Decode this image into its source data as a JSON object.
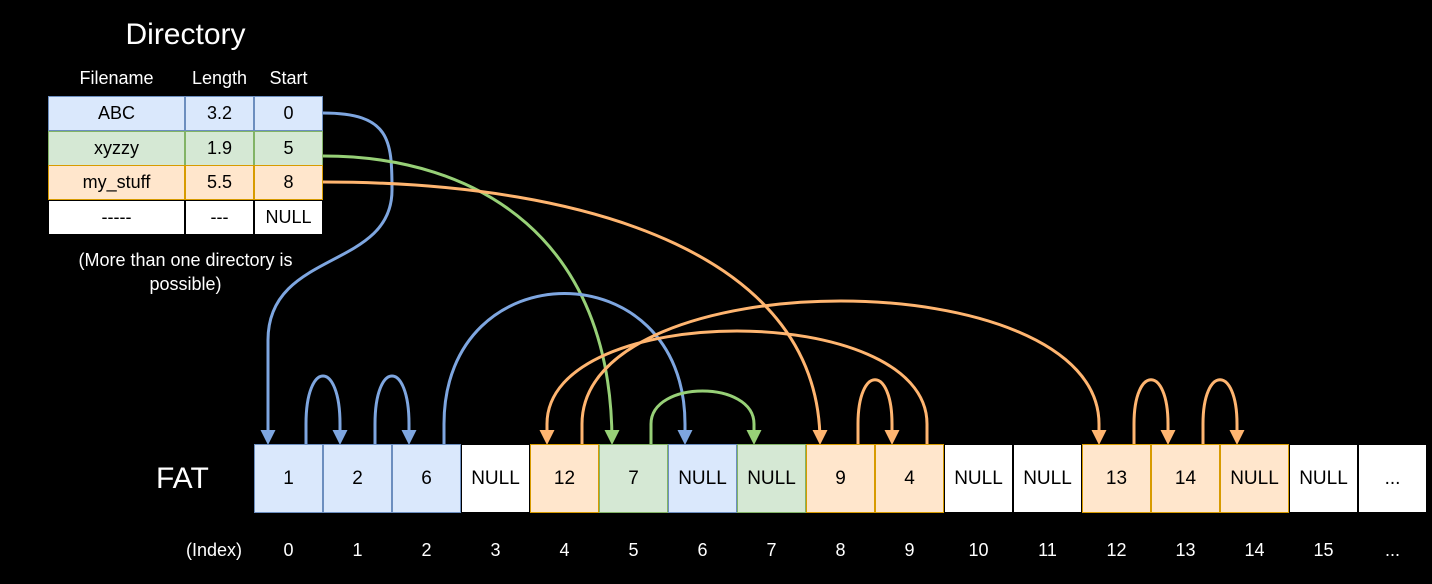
{
  "directory": {
    "title": "Directory",
    "headers": [
      "Filename",
      "Length",
      "Start"
    ],
    "rows": [
      {
        "filename": "ABC",
        "length": "3.2",
        "start": "0",
        "color": "#dae8fc",
        "border": "#6c8ebf"
      },
      {
        "filename": "xyzzy",
        "length": "1.9",
        "start": "5",
        "color": "#d5e8d4",
        "border": "#82b366"
      },
      {
        "filename": "my_stuff",
        "length": "5.5",
        "start": "8",
        "color": "#ffe6cc",
        "border": "#d79b00"
      },
      {
        "filename": "-----",
        "length": "---",
        "start": "NULL",
        "color": "#ffffff",
        "border": "#ffffff"
      }
    ],
    "note": "(More than one directory is possible)"
  },
  "fat": {
    "label": "FAT",
    "index_label": "(Index)",
    "cells": [
      {
        "value": "1",
        "index": "0",
        "file": "ABC"
      },
      {
        "value": "2",
        "index": "1",
        "file": "ABC"
      },
      {
        "value": "6",
        "index": "2",
        "file": "ABC"
      },
      {
        "value": "NULL",
        "index": "3",
        "file": ""
      },
      {
        "value": "12",
        "index": "4",
        "file": "my_stuff"
      },
      {
        "value": "7",
        "index": "5",
        "file": "xyzzy"
      },
      {
        "value": "NULL",
        "index": "6",
        "file": "ABC"
      },
      {
        "value": "NULL",
        "index": "7",
        "file": "xyzzy"
      },
      {
        "value": "9",
        "index": "8",
        "file": "my_stuff"
      },
      {
        "value": "4",
        "index": "9",
        "file": "my_stuff"
      },
      {
        "value": "NULL",
        "index": "10",
        "file": ""
      },
      {
        "value": "NULL",
        "index": "11",
        "file": ""
      },
      {
        "value": "13",
        "index": "12",
        "file": "my_stuff"
      },
      {
        "value": "14",
        "index": "13",
        "file": "my_stuff"
      },
      {
        "value": "NULL",
        "index": "14",
        "file": "my_stuff"
      },
      {
        "value": "NULL",
        "index": "15",
        "file": ""
      },
      {
        "value": "...",
        "index": "...",
        "file": ""
      }
    ]
  },
  "colors": {
    "ABC": {
      "fill": "#dae8fc",
      "stroke": "#6c8ebf",
      "arrow": "#7ea6e0"
    },
    "xyzzy": {
      "fill": "#d5e8d4",
      "stroke": "#82b366",
      "arrow": "#97d077"
    },
    "my_stuff": {
      "fill": "#ffe6cc",
      "stroke": "#d79b00",
      "arrow": "#ffb570"
    },
    "none": {
      "fill": "#ffffff",
      "stroke": "#ffffff",
      "arrow": "#ffffff"
    }
  }
}
